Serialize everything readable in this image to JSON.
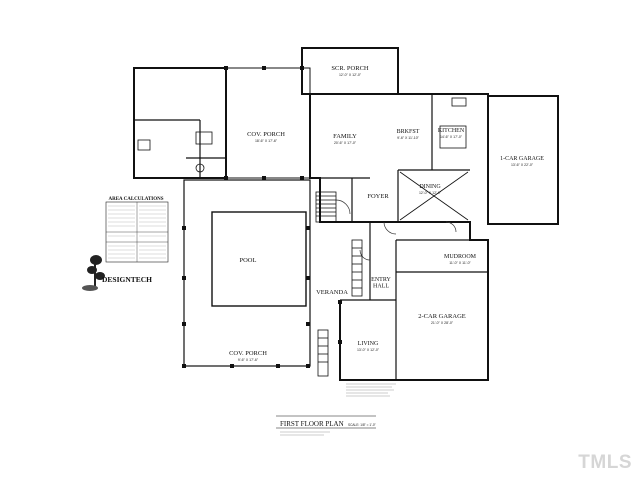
{
  "rooms": {
    "scr_porch": {
      "name": "SCR. PORCH",
      "dim": "12'-0\" X 12'-0\""
    },
    "cov_porch_top": {
      "name": "COV. PORCH",
      "dim": "18'-6\" X 17'-6\""
    },
    "family": {
      "name": "FAMILY",
      "dim": "20'-6\" X 17'-0\""
    },
    "brkfst": {
      "name": "BRKFST",
      "dim": "9'-6\" X 11'-10\""
    },
    "kitchen": {
      "name": "KITCHEN",
      "dim": "14'-6\" X 17'-0\""
    },
    "garage_1": {
      "name": "1-CAR GARAGE",
      "dim": "13'-6\" X 22'-0\""
    },
    "foyer": {
      "name": "FOYER"
    },
    "dining": {
      "name": "DINING",
      "dim": "12'-0\" X 12'-0\""
    },
    "pool": {
      "name": "POOL"
    },
    "veranda": {
      "name": "VERANDA"
    },
    "entry_hall": {
      "name": "ENTRY\nHALL"
    },
    "mudroom": {
      "name": "MUDROOM",
      "dim": "11'-0\" X 11'-0\""
    },
    "garage_2": {
      "name": "2-CAR GARAGE",
      "dim": "21'-0\" X 28'-0\""
    },
    "living": {
      "name": "LIVING",
      "dim": "13'-0\" X 12'-0\""
    },
    "cov_porch_bottom": {
      "name": "COV. PORCH",
      "dim": "9'-6\" X 17'-6\""
    }
  },
  "area_table": {
    "title": "AREA CALCULATIONS"
  },
  "logo": {
    "text": "DESIGNTECH"
  },
  "title_block": {
    "title": "FIRST FLOOR PLAN",
    "scale": "SCALE: 1/8\" = 1'-0\""
  },
  "watermark": "TMLS"
}
